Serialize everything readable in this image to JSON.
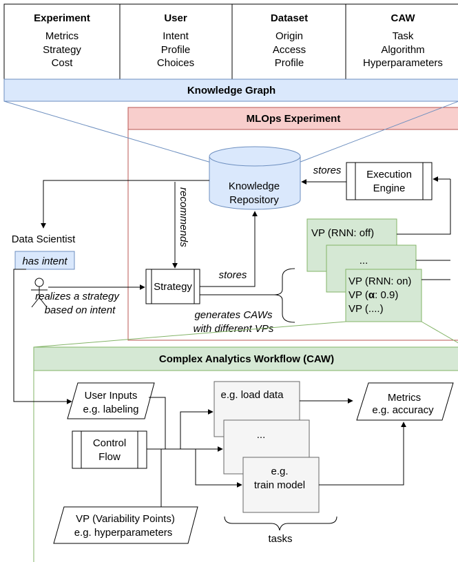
{
  "knowledge_table": {
    "columns": [
      {
        "header": "Experiment",
        "items": [
          "Metrics",
          "Strategy",
          "Cost"
        ]
      },
      {
        "header": "User",
        "items": [
          "Intent",
          "Profile",
          "Choices"
        ]
      },
      {
        "header": "Dataset",
        "items": [
          "Origin",
          "Access",
          "Profile"
        ]
      },
      {
        "header": "CAW",
        "items": [
          "Task",
          "Algorithm",
          "Hyperparameters"
        ]
      }
    ],
    "graph_label": "Knowledge Graph"
  },
  "mlops": {
    "title": "MLOps Experiment",
    "repository": [
      "Knowledge",
      "Repository"
    ],
    "execution_engine": [
      "Execution",
      "Engine"
    ],
    "strategy": "Strategy",
    "edge_stores_engine": "stores",
    "edge_stores_strategy": "stores",
    "edge_recommends": "recommends",
    "generates": [
      "generates CAWs",
      "with different VPs"
    ],
    "vp_cards": {
      "first": "VP (RNN: off)",
      "second": "...",
      "third_lines": [
        "VP (RNN: on)",
        "VP (",
        "α",
        ": 0.9)",
        "VP (....)"
      ]
    }
  },
  "actor": {
    "label": "Data Scientist",
    "intent_badge": "has intent",
    "realizes": [
      "realizes a strategy",
      "based on intent"
    ]
  },
  "caw": {
    "title": "Complex Analytics Workflow (CAW)",
    "user_inputs": [
      "User Inputs",
      "e.g. labeling"
    ],
    "control_flow": [
      "Control",
      "Flow"
    ],
    "vp": [
      "VP (Variability Points)",
      "e.g. hyperparameters"
    ],
    "task1": "e.g. load data",
    "task2": "...",
    "task3": [
      "e.g.",
      "train model"
    ],
    "metrics": [
      "Metrics",
      "e.g. accuracy"
    ],
    "tasks_label": "tasks"
  },
  "colors": {
    "kg_fill": "#dae8fc",
    "kg_stroke": "#6c8ebf",
    "mlops_fill": "#f8cecc",
    "mlops_stroke": "#b85450",
    "caw_fill": "#d5e8d4",
    "caw_stroke": "#82b366",
    "task_fill": "#f5f5f5",
    "task_stroke": "#666666"
  }
}
